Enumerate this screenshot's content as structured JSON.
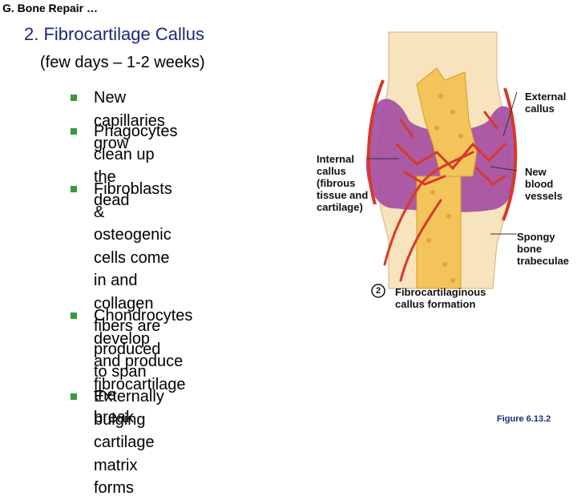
{
  "header": "G.  Bone Repair …",
  "title": "2. Fibrocartilage Callus",
  "subtitle": "(few days – 1-2 weeks)",
  "bullets": [
    {
      "lines": [
        "New capillaries grow"
      ]
    },
    {
      "lines": [
        "Phagocytes clean up the",
        "dead"
      ]
    },
    {
      "lines": [
        "Fibroblasts & osteogenic",
        "cells come in and",
        "collagen fibers are",
        "produced to span the",
        "break"
      ]
    },
    {
      "lines": [
        "Chondrocytes develop",
        "and produce",
        "fibrocartilage"
      ]
    },
    {
      "lines": [
        "Externally bulging",
        "cartilage matrix forms"
      ]
    }
  ],
  "figure": {
    "labels": {
      "internal_callus": [
        "Internal",
        "callus",
        "(fibrous",
        "tissue and",
        "cartilage)"
      ],
      "external_callus": [
        "External",
        "callus"
      ],
      "new_vessels": [
        "New",
        "blood",
        "vessels"
      ],
      "spongy_bone": [
        "Spongy",
        "bone",
        "trabeculae"
      ]
    },
    "step_number": "2",
    "step_caption": [
      "Fibrocartilaginous",
      "callus formation"
    ],
    "colors": {
      "bone": "#f2c45a",
      "cartilage": "#a24aa0",
      "vessel": "#d8382a",
      "bone_outer": "#f7e3bd"
    }
  },
  "figure_caption": "Figure 6.13.2"
}
